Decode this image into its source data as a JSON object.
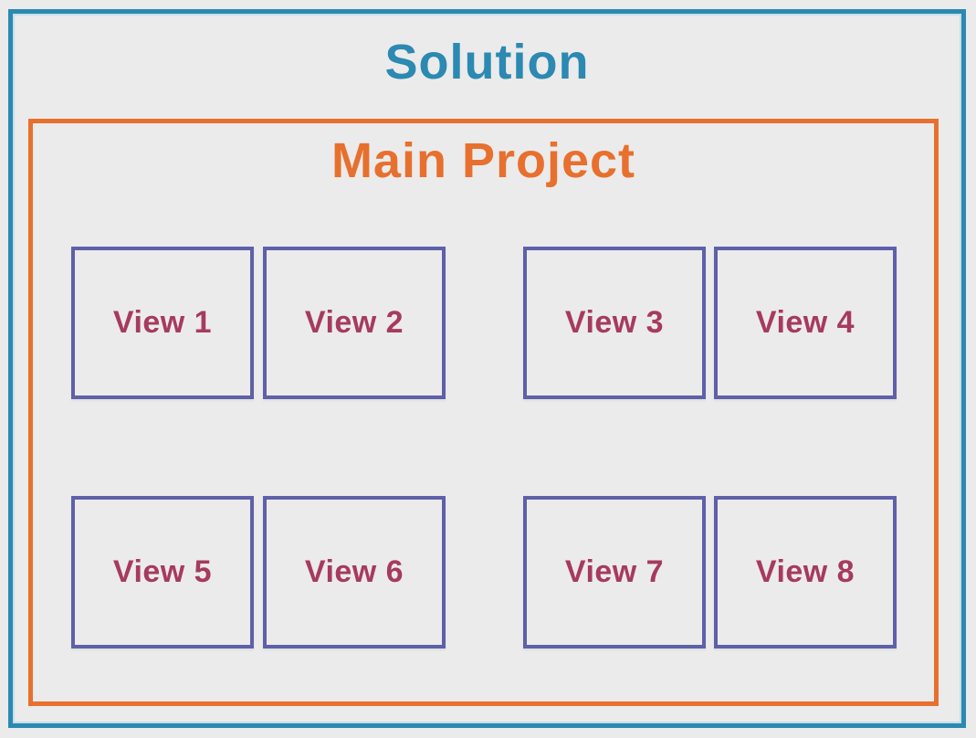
{
  "diagram": {
    "solution_label": "Solution",
    "main_project_label": "Main Project",
    "views": [
      {
        "label": "View 1"
      },
      {
        "label": "View 2"
      },
      {
        "label": "View 3"
      },
      {
        "label": "View 4"
      },
      {
        "label": "View 5"
      },
      {
        "label": "View 6"
      },
      {
        "label": "View 7"
      },
      {
        "label": "View 8"
      }
    ]
  },
  "colors": {
    "background": "#ebebeb",
    "solution_border": "#2b89b2",
    "solution_text": "#2b89b2",
    "project_border": "#e7702e",
    "project_text": "#e7702e",
    "view_border": "#5e60a9",
    "view_text": "#a63a5f"
  }
}
